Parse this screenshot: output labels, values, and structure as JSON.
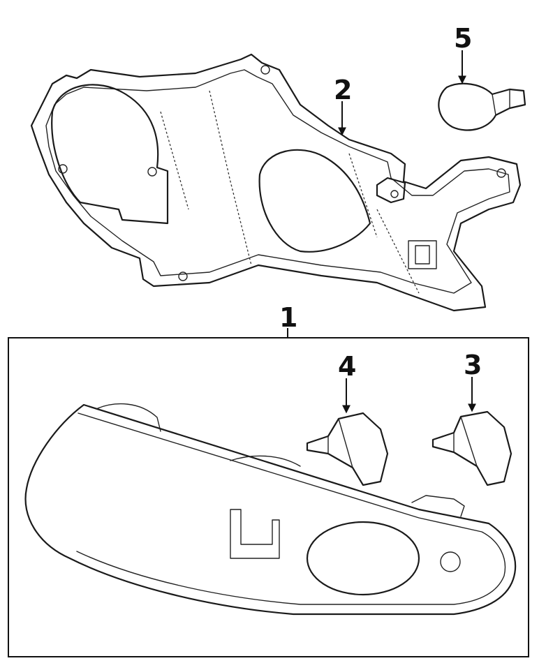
{
  "callouts": {
    "part1": "1",
    "part2": "2",
    "part3": "3",
    "part4": "4",
    "part5": "5"
  },
  "colors": {
    "line": "#1a1a1a",
    "background": "#ffffff"
  }
}
